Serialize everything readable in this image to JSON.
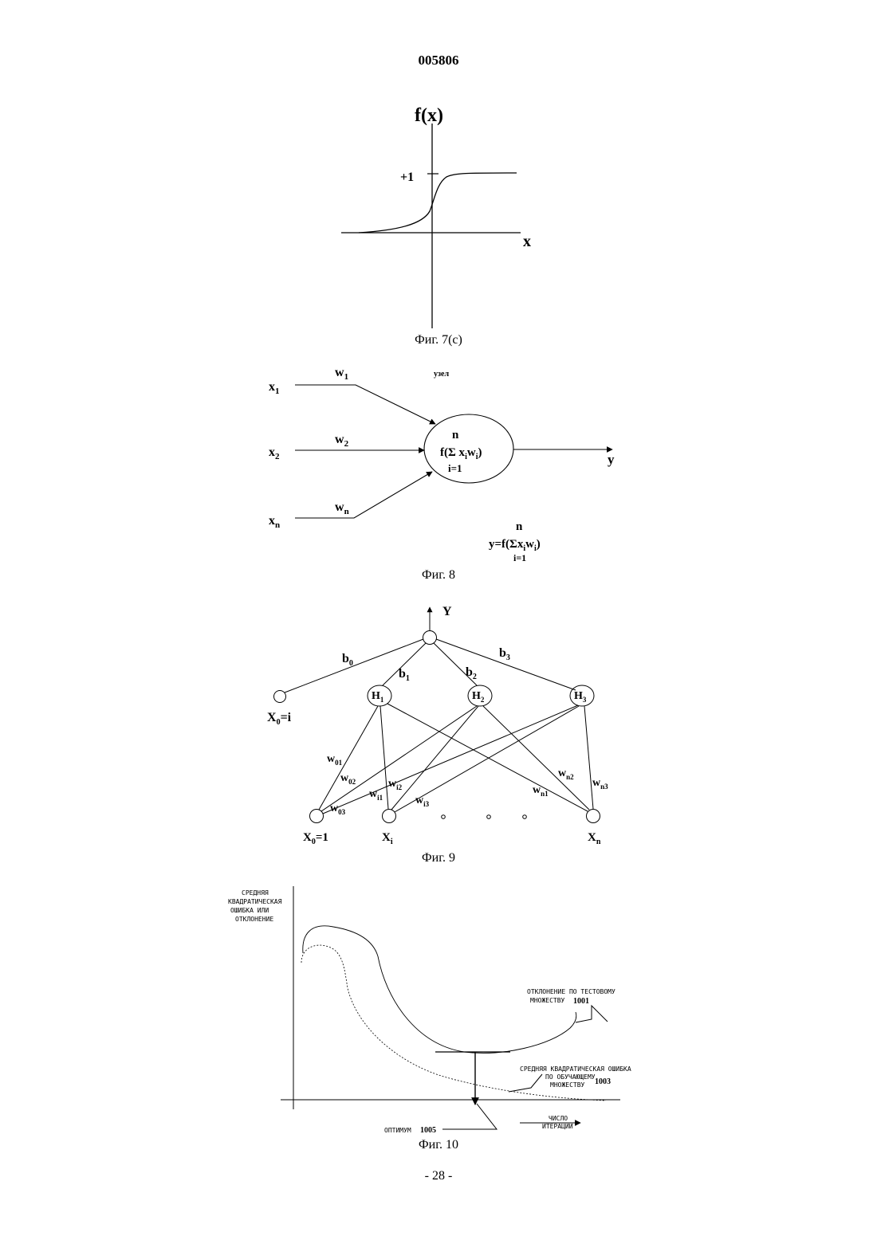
{
  "document_number": "005806",
  "page_number": "- 28 -",
  "fig7c": {
    "caption": "Фиг. 7(c)",
    "y_label": "f(x)",
    "tick_label": "+1",
    "x_label": "x"
  },
  "fig8": {
    "caption": "Фиг. 8",
    "node_label": "узел",
    "inputs": [
      {
        "x": "x",
        "x_sub": "1",
        "w": "w",
        "w_sub": "1"
      },
      {
        "x": "x",
        "x_sub": "2",
        "w": "w",
        "w_sub": "2"
      },
      {
        "x": "x",
        "x_sub": "n",
        "w": "w",
        "w_sub": "n"
      }
    ],
    "node_formula": {
      "top": "n",
      "middle": "f(Σ x",
      "middle_sub1": "i",
      "middle_w": "w",
      "middle_sub2": "i",
      "middle_close": ")",
      "bottom": "i=1"
    },
    "output": "y",
    "equation": {
      "top": "n",
      "middle": "y=f(Σx",
      "sub1": "i",
      "w": "w",
      "sub2": "i",
      "close": ")",
      "bottom": "i=1"
    }
  },
  "fig9": {
    "caption": "Фиг. 9",
    "output_label": "Y",
    "bias_input": {
      "label": "X",
      "sub": "0",
      "suffix": "=i"
    },
    "hidden_nodes": [
      {
        "label": "H",
        "sub": "1"
      },
      {
        "label": "H",
        "sub": "2"
      },
      {
        "label": "H",
        "sub": "3"
      }
    ],
    "output_weights": [
      {
        "label": "b",
        "sub": "0"
      },
      {
        "label": "b",
        "sub": "1"
      },
      {
        "label": "b",
        "sub": "2"
      },
      {
        "label": "b",
        "sub": "3"
      }
    ],
    "input_nodes": [
      {
        "label": "X",
        "sub": "0",
        "suffix": "=1"
      },
      {
        "label": "X",
        "sub": "i",
        "suffix": ""
      },
      {
        "label": "X",
        "sub": "n",
        "suffix": ""
      }
    ],
    "input_weights": [
      {
        "label": "w",
        "sub": "01"
      },
      {
        "label": "w",
        "sub": "02"
      },
      {
        "label": "w",
        "sub": "03"
      },
      {
        "label": "w",
        "sub": "i1"
      },
      {
        "label": "w",
        "sub": "i2"
      },
      {
        "label": "w",
        "sub": "i3"
      },
      {
        "label": "w",
        "sub": "n1"
      },
      {
        "label": "w",
        "sub": "n2"
      },
      {
        "label": "w",
        "sub": "n3"
      }
    ]
  },
  "fig10": {
    "caption": "Фиг. 10",
    "y_axis_lines": [
      "СРЕДНЯЯ",
      "КВАДРАТИЧЕСКАЯ",
      "ОШИБКА ИЛИ",
      "ОТКЛОНЕНИЕ"
    ],
    "test_label_lines": [
      "ОТКЛОНЕНИЕ ПО ТЕСТОВОМУ",
      "МНОЖЕСТВУ"
    ],
    "test_ref": "1001",
    "train_label_lines": [
      "СРЕДНЯЯ КВАДРАТИЧЕСКАЯ ОШИБКА",
      "ПО ОБУЧАЮЩЕМУ",
      "МНОЖЕСТВУ"
    ],
    "train_ref": "1003",
    "optimum_label": "ОПТИМУМ",
    "optimum_ref": "1005",
    "x_axis_lines": [
      "ЧИСЛО",
      "ИТЕРАЦИЙ"
    ]
  }
}
